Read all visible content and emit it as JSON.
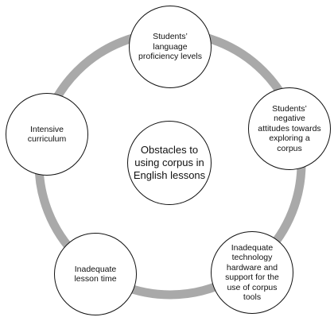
{
  "diagram": {
    "ring_color": "#a9a9a9",
    "border_color": "#111111",
    "center": {
      "label": "Obstacles to using corpus in English lessons"
    },
    "nodes": [
      {
        "label": "Students’ language proficiency levels"
      },
      {
        "label": "Students’ negative attitudes towards exploring a corpus"
      },
      {
        "label": "Inadequate technology hardware and support for the use of corpus tools"
      },
      {
        "label": "Inadequate lesson time"
      },
      {
        "label": "Intensive curriculum"
      }
    ]
  }
}
